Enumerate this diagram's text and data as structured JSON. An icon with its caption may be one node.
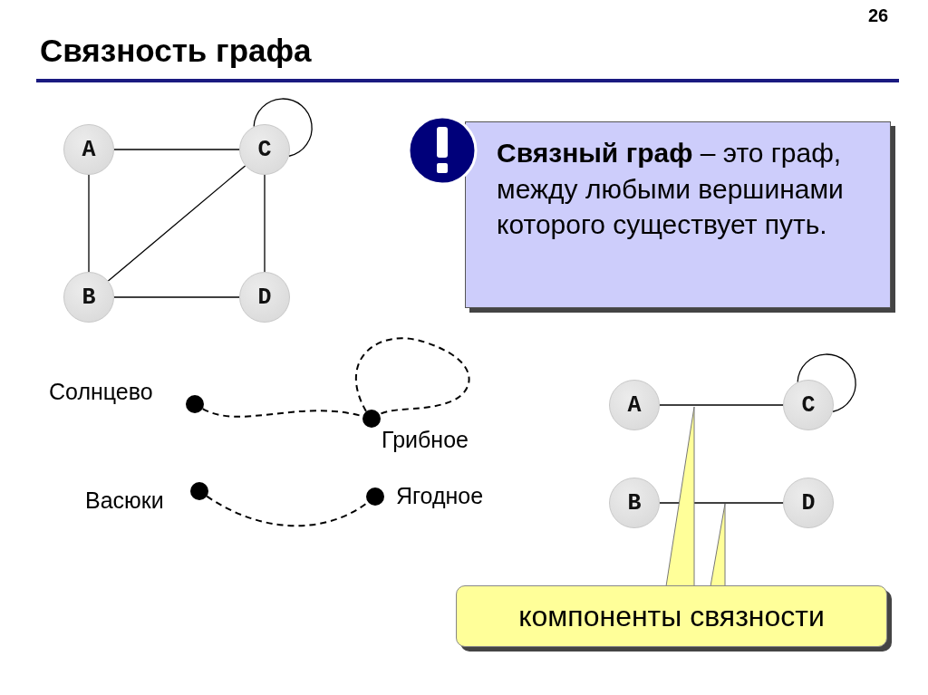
{
  "diagram": {
    "title": "Связность графа",
    "nodes": [
      {
        "text": [
          "A"
        ]
      },
      {
        "text": [
          "C"
        ]
      },
      {
        "text": [
          "B"
        ]
      },
      {
        "text": [
          "D"
        ]
      },
      {
        "text": [
          "**Связный граф** – это граф, между любыми вершинами которого существует путь."
        ]
      },
      {
        "text": [],
        "shape": "circle",
        "beside": [
          "Солнцево"
        ]
      },
      {
        "text": [],
        "shape": "circle",
        "beside": [
          "Грибное"
        ]
      },
      {
        "text": [],
        "shape": "circle",
        "beside": [
          "Васюки"
        ]
      },
      {
        "text": [],
        "shape": "circle",
        "beside": [
          "Ягодное"
        ]
      },
      {
        "text": [
          "A"
        ]
      },
      {
        "text": [
          "C"
        ]
      },
      {
        "text": [
          "B"
        ]
      },
      {
        "text": [
          "D"
        ]
      },
      {
        "text": [
          "компоненты связности"
        ]
      }
    ],
    "edges": [
      {
        "from": 0,
        "to": 1,
        "arrow": "none"
      },
      {
        "from": 0,
        "to": 2,
        "arrow": "none"
      },
      {
        "from": 2,
        "to": 1,
        "arrow": "none"
      },
      {
        "from": 1,
        "to": 3,
        "arrow": "none"
      },
      {
        "from": 2,
        "to": 3,
        "arrow": "none"
      },
      {
        "from": 1,
        "to": 1,
        "arrow": "none"
      },
      {
        "from": 5,
        "to": 6,
        "arrow": "none",
        "style": "dashed"
      },
      {
        "from": 6,
        "to": 6,
        "arrow": "none",
        "style": "dashed"
      },
      {
        "from": 7,
        "to": 8,
        "arrow": "none",
        "style": "dashed"
      },
      {
        "from": 9,
        "to": 10,
        "arrow": "none"
      },
      {
        "from": 10,
        "to": 10,
        "arrow": "none"
      },
      {
        "from": 11,
        "to": 12,
        "arrow": "none"
      },
      {
        "from": 13,
        "to": null,
        "arrow": "to"
      },
      {
        "from": 13,
        "to": null,
        "arrow": "to"
      }
    ],
    "labels": [
      "26"
    ]
  }
}
